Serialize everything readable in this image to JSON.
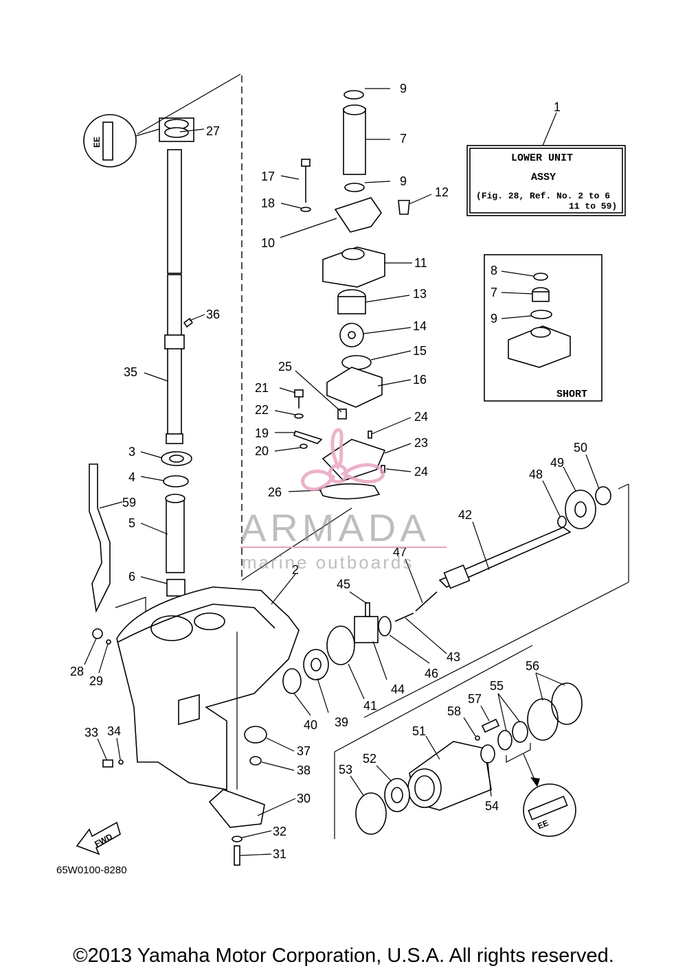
{
  "diagram": {
    "drawing_code": "65W0100-8280",
    "fwd_label": "FWD",
    "copyright": "©2013 Yamaha Motor Corporation, U.S.A. All rights reserved.",
    "watermark": {
      "brand": "ARMADA",
      "tagline": "marine outboards",
      "color": "#e8a0c0"
    },
    "assy_box": {
      "ref": "1",
      "line1": "LOWER UNIT",
      "line2": "ASSY",
      "line3": "(Fig. 28, Ref. No. 2 to 6",
      "line4": "11 to 59)"
    },
    "short_box": {
      "label": "SHORT",
      "callouts": [
        "8",
        "7",
        "9"
      ]
    },
    "icon_labels": {
      "grease_top": "EE",
      "grease_bottom": "EE"
    },
    "callouts": {
      "c2": "2",
      "c3": "3",
      "c4": "4",
      "c5": "5",
      "c6": "6",
      "c7": "7",
      "c9a": "9",
      "c9b": "9",
      "c10": "10",
      "c11": "11",
      "c12": "12",
      "c13": "13",
      "c14": "14",
      "c15": "15",
      "c16": "16",
      "c17": "17",
      "c18": "18",
      "c19": "19",
      "c20": "20",
      "c21": "21",
      "c22": "22",
      "c23": "23",
      "c24a": "24",
      "c24b": "24",
      "c25": "25",
      "c26": "26",
      "c27": "27",
      "c28": "28",
      "c29": "29",
      "c30": "30",
      "c31": "31",
      "c32": "32",
      "c33": "33",
      "c34": "34",
      "c35": "35",
      "c36": "36",
      "c37": "37",
      "c38": "38",
      "c39": "39",
      "c40": "40",
      "c41": "41",
      "c42": "42",
      "c43": "43",
      "c44": "44",
      "c45": "45",
      "c46": "46",
      "c47": "47",
      "c48": "48",
      "c49": "49",
      "c50": "50",
      "c51": "51",
      "c52": "52",
      "c53": "53",
      "c54": "54",
      "c55": "55",
      "c56": "56",
      "c57": "57",
      "c58": "58",
      "c59": "59"
    }
  }
}
